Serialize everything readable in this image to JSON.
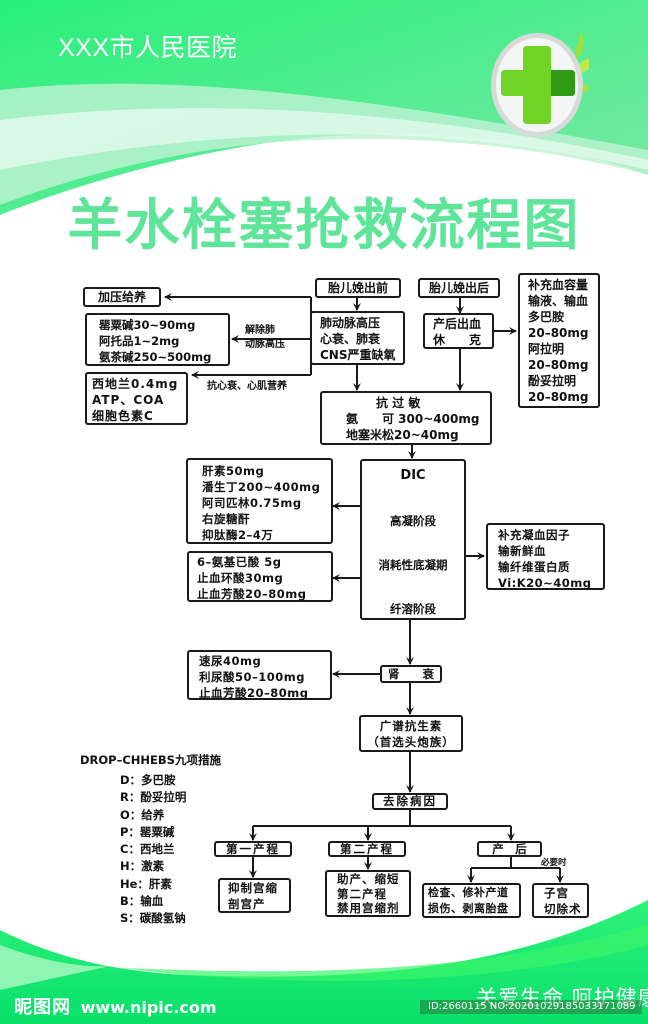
{
  "header": {
    "hospital_name": "XXX市人民医院",
    "title": "羊水栓塞抢救流程图",
    "logo_icon": "green-medical-cross-icon",
    "decoration_icon": "leaf-sprout-icon"
  },
  "colors": {
    "title_green": "#5fe59a",
    "banner_green": "#2ef27a",
    "footer_green": "#0de067",
    "box_border": "#1a1a1a"
  },
  "flowchart": {
    "before_delivery": "胎儿娩出前",
    "after_delivery": "胎儿娩出后",
    "pressurize": "加压给养",
    "pulmonary": [
      "肺动脉高压",
      "心衰、肺衰",
      "CNS严重缺氧"
    ],
    "relieve_label": [
      "解除肺",
      "动脉高压"
    ],
    "relieve_drugs": [
      "罂粟碱30~90mg",
      "阿托品1~2mg",
      "氨茶碱250~500mg"
    ],
    "heart_label": "抗心衰、心肌营养",
    "heart_drugs": [
      "西地兰0.4mg",
      "ATP、COA",
      "细胞色素C"
    ],
    "pph": [
      "产后出血",
      "休　　克"
    ],
    "volume": [
      "补充血容量",
      "输液、输血",
      "多巴胺",
      "20–80mg",
      "阿拉明",
      "20–80mg",
      "酚妥拉明",
      "20–80mg"
    ],
    "anti_allergy": [
      "抗 过 敏",
      "氨　　可 300~400mg",
      "地塞米松20~40mg"
    ],
    "dic": {
      "title": "DIC",
      "stages": [
        "高凝阶段",
        "消耗性底凝期",
        "纤溶阶段"
      ]
    },
    "anticoag_drugs": [
      "肝素50mg",
      "潘生丁200~400mg",
      "阿司匹林0.75mg",
      "右旋糖酐",
      "抑肽酶2–4万"
    ],
    "antifibrin_drugs": [
      "6–氨基已酸 5g",
      "止血环酸30mg",
      "止血芳酸20–80mg"
    ],
    "coag_factors": [
      "补充凝血因子",
      "输新鲜血",
      "输纤维蛋白质",
      "Vi:K20~40mg"
    ],
    "renal_failure": "肾　　衰",
    "renal_drugs": [
      "速尿40mg",
      "利尿酸50–100mg",
      "止血芳酸20–80mg"
    ],
    "antibiotics": [
      "广谱抗生素",
      "（首选头炮族）"
    ],
    "remove_cause": "去除病因",
    "stage1": "第一产程",
    "stage1_action": [
      "抑制宫缩",
      "剖宫产"
    ],
    "stage2": "第二产程",
    "stage2_action": [
      "助产、缩短",
      "第二产程",
      "禁用宫缩剂"
    ],
    "postpartum": "产　后",
    "postpartum_action": [
      "检查、修补产道",
      "损伤、剥离胎盘"
    ],
    "when_needed": "必要时",
    "hysterectomy": [
      "子宫",
      "切除术"
    ]
  },
  "legend": {
    "title": "DROP–CHHEBS九项措施",
    "items": [
      "D：多巴胺",
      "R：酚妥拉明",
      "O：给养",
      "P：罂粟碱",
      "C：西地兰",
      "H：激素",
      "He：肝素",
      "B：输血",
      "S：碳酸氢钠"
    ]
  },
  "footer": {
    "watermark_logo": "昵图网",
    "watermark_url": "www.nipic.com",
    "slogan": "关爱生命  呵护健康",
    "image_id": "ID:2660115 NO:20201029185033171089"
  }
}
